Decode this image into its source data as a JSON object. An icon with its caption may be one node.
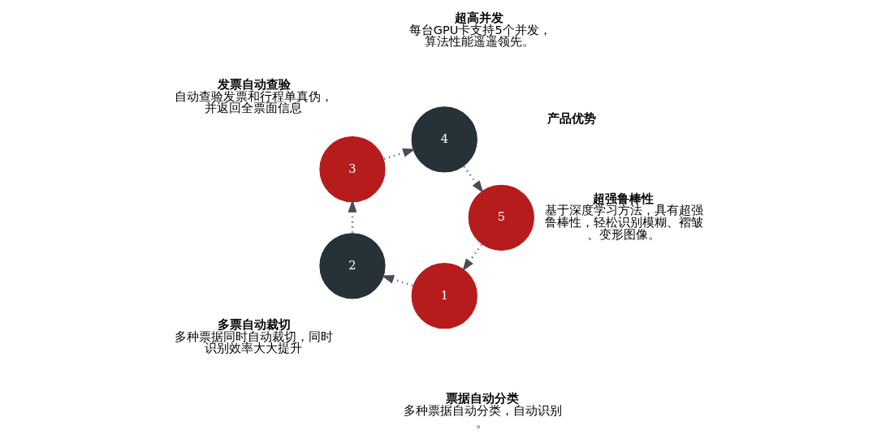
{
  "diagram": {
    "nodes": [
      {
        "text": [
          "1"
        ],
        "beside": [
          "票据自动分类",
          "多种票据自动分类，自动识别。"
        ]
      },
      {
        "text": [
          "2"
        ],
        "beside": [
          "多票自动裁切",
          "多种票据同时自动裁切，同时识别效率大大提升"
        ]
      },
      {
        "text": [
          "3"
        ],
        "beside": [
          "发票自动查验",
          "自动查验发票和行程单真伪，并返回全票面信息"
        ]
      },
      {
        "text": [
          "4"
        ],
        "beside": [
          "超高并发",
          "每台GPU卡支持5个并发，算法性能遥遥领先。"
        ]
      },
      {
        "text": [
          "5"
        ],
        "beside": [
          "超强鲁棒性",
          "基于深度学习方法，具有超强鲁棒性，轻松识别模糊、褶皱、变形图像。"
        ]
      }
    ],
    "edges": [
      {
        "from": 0,
        "to": 1,
        "arrow": "to",
        "style": "dashed"
      },
      {
        "from": 1,
        "to": 2,
        "arrow": "to",
        "style": "dashed"
      },
      {
        "from": 2,
        "to": 3,
        "arrow": "to",
        "style": "dashed"
      },
      {
        "from": 3,
        "to": 4,
        "arrow": "to",
        "style": "dashed"
      },
      {
        "from": 4,
        "to": 0,
        "arrow": "to",
        "style": "dashed"
      }
    ],
    "labels": [
      "产品优势"
    ]
  }
}
